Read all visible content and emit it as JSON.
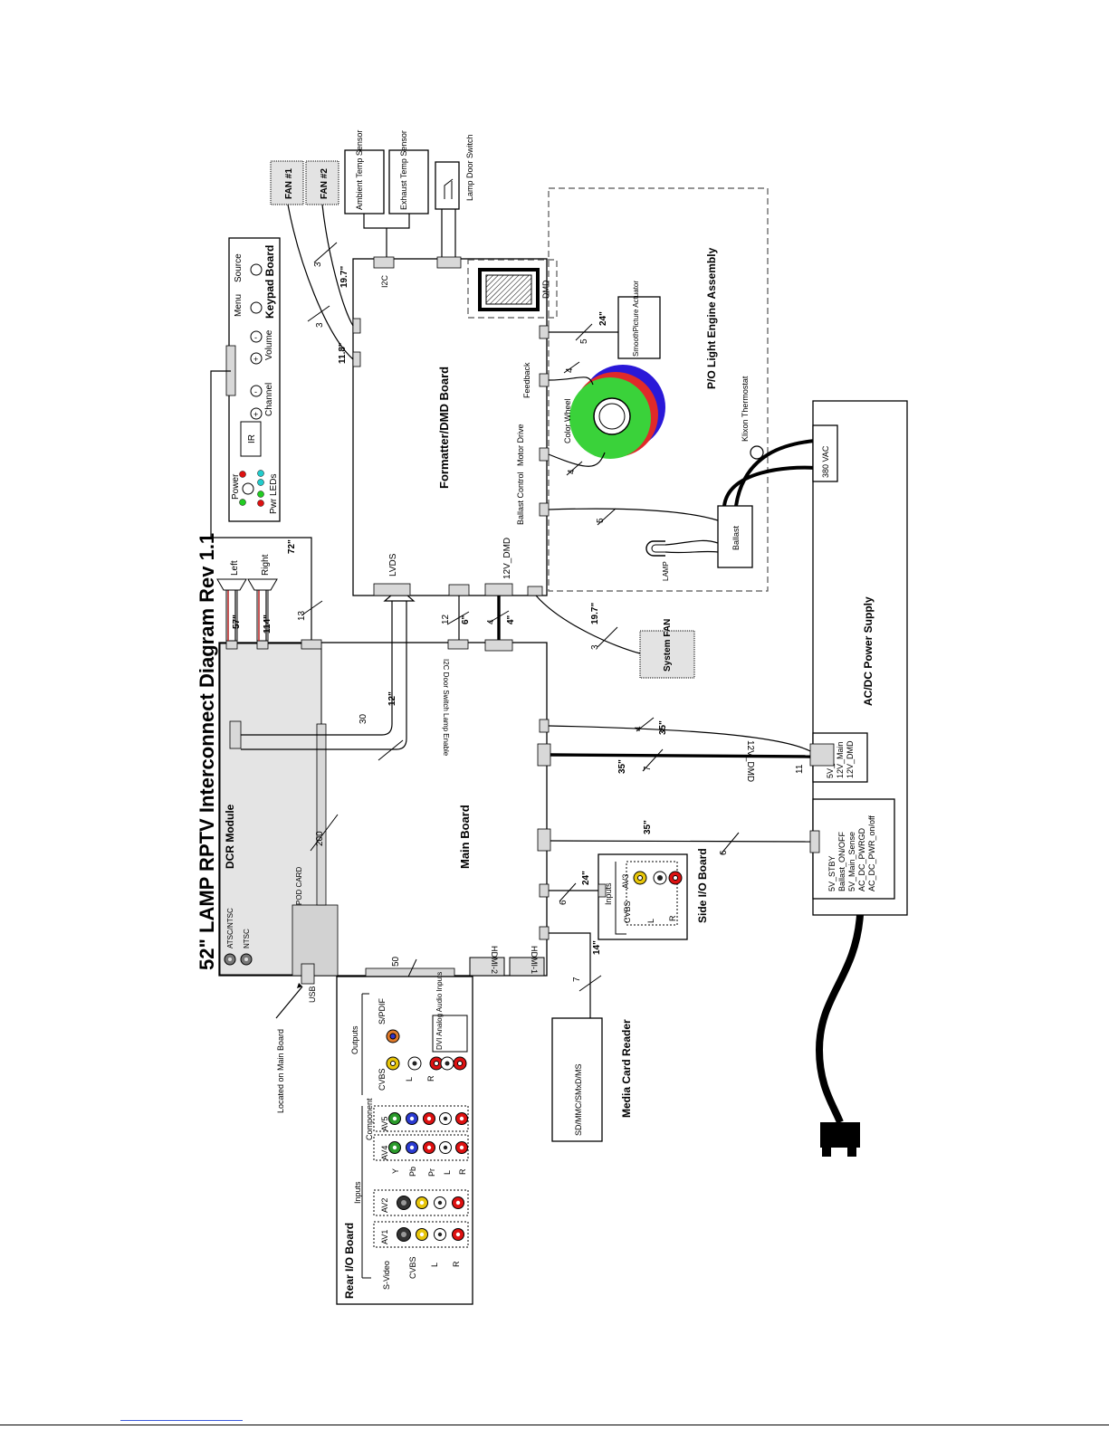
{
  "title": "52\" LAMP RPTV Interconnect Diagram Rev 1.1",
  "boards": {
    "main": "Main Board",
    "dcr": "DCR Module",
    "formatter": "Formatter/DMD Board",
    "keypad": "Keypad Board",
    "light_engine": "P/O Light Engine Assembly",
    "power_supply": "AC/DC Power Supply",
    "side_io": "Side I/O Board",
    "rear_io": "Rear I/O Board",
    "media_card": "Media Card Reader",
    "media_card_types": "SD/MMC/SMxD/MS",
    "system_fan": "System FAN",
    "fan1": "FAN #1",
    "fan2": "FAN #2",
    "ambient_sensor": "Ambient Temp Sensor",
    "exhaust_sensor": "Exhaust Temp Sensor",
    "lamp_door_switch": "Lamp Door Switch",
    "smoothpicture": "SmoothPicture Actuator",
    "ballast": "Ballast",
    "lamp": "LAMP",
    "dmd": "DMD",
    "color_wheel": "Color Wheel",
    "klixon": "Klixon Thermostat"
  },
  "labels": {
    "lvds": "LVDS",
    "i2c_top": "I2C",
    "v12dmd": "12V_DMD",
    "ballast_control": "Ballast Control",
    "motor_drive": "Motor Drive",
    "feedback": "Feedback",
    "i2c_door": "I2C Door Switch Lamp Enable",
    "pod_card": "POD CARD",
    "usb": "USB",
    "located_on_main": "Located on Main Board",
    "hdmi1": "HDMI-1",
    "hdmi2": "HDMI-2",
    "atsc": "ATSC/NTSC",
    "ntsc": "NTSC",
    "left_spk": "Left",
    "right_spk": "Right",
    "power": "Power",
    "pwr_leds": "Pwr LEDs",
    "ir": "IR",
    "channel": "Channel",
    "volume": "Volume",
    "menu": "Menu",
    "source": "Source",
    "vac": "380 VAC",
    "ps_out1": [
      "5V_Main",
      "12V_Main",
      "12V_DMD"
    ],
    "ps_out2": [
      "5V_STBY",
      "Ballast_ON/OFF",
      "5V_Main_Sense",
      "AC_DC_PWRGD",
      "AC_DC_PWR_on/off"
    ],
    "v12dmd_wire": "12V_DMD",
    "side_inputs": "Inputs",
    "av3": "AV3",
    "cvbs": "CVBS",
    "l": "L",
    "r": "R",
    "outputs": "Outputs",
    "spdif": "S/PDIF",
    "dvi_audio": "DVI Analog Audio Inputs",
    "inputs": "Inputs",
    "component": "Component",
    "svideo": "S-Video",
    "av1": "AV1",
    "av2": "AV2",
    "av4": "AV4",
    "av5": "AV5",
    "y": "Y",
    "pb": "Pb",
    "pr": "Pr",
    "plus": "+",
    "minus": "-"
  },
  "wires": {
    "w30": "30",
    "w12in": "12\"",
    "w200": "200",
    "w50": "50",
    "w13": "13",
    "w72": "72\"",
    "w57": "57\"",
    "w114": "114\"",
    "w12a": "12",
    "w6in": "6\"",
    "w4a": "4",
    "w4in": "4\"",
    "w197a": "19.7\"",
    "w3a": "3",
    "w4b": "4",
    "w35a": "35\"",
    "w35b": "35\"",
    "w7": "7",
    "w11": "11",
    "w35c": "35\"",
    "w6a": "6",
    "w6b": "6",
    "w24a": "24\"",
    "w14": "14\"",
    "w7b": "7",
    "w118": "11.8\"",
    "w197b": "19.7\"",
    "w3b": "3",
    "w3c": "3",
    "w5a": "5",
    "w24b": "24\"",
    "w4c": "4",
    "w4d": "4",
    "w5b": "5"
  }
}
